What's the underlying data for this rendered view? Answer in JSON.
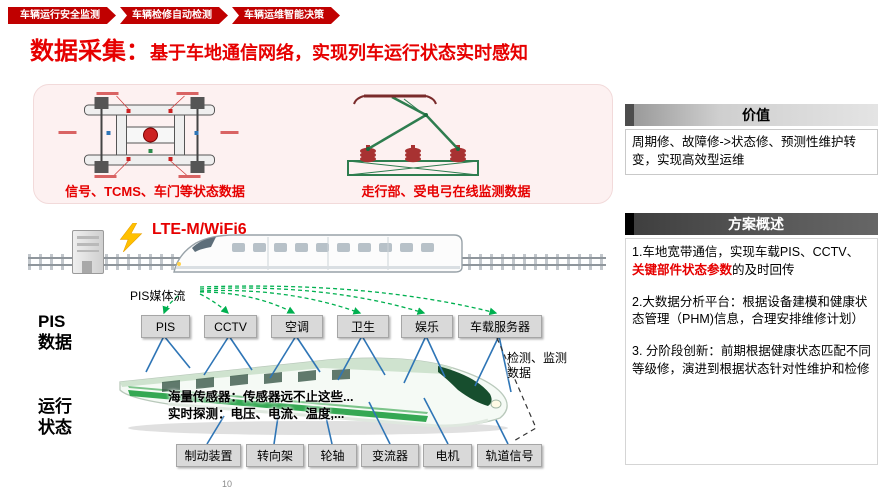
{
  "colors": {
    "crumb-red": "#c00000",
    "title-red": "#e60000",
    "caption-red": "#e60000",
    "box-gray": "#d9d9d9",
    "line-blue": "#2e75b6",
    "dash-green": "#00b050",
    "header-dark": "#3f3f3f"
  },
  "breadcrumb": {
    "items": [
      {
        "label": "车辆运行安全监测"
      },
      {
        "label": "车辆检修自动检测"
      },
      {
        "label": "车辆运维智能决策"
      }
    ]
  },
  "title": {
    "prefix": "数据采集：",
    "text": "基于车地通信网络，实现列车运行状态实时感知"
  },
  "gallery": {
    "left_caption": "信号、TCMS、车门等状态数据",
    "right_caption": "走行部、受电弓在线监测数据"
  },
  "network": {
    "label": "LTE-M/WiFi6"
  },
  "diagram": {
    "pis_stream_label": "PIS媒体流",
    "pis_row_label": "PIS\n数据",
    "status_row_label": "运行\n状态",
    "detect_label": "检测、监测数据",
    "sensor_line1": "海量传感器：传感器远不止这些...",
    "sensor_line2": "实时探测：电压、电流、温度,...",
    "pis_boxes": [
      "PIS",
      "CCTV",
      "空调",
      "卫生",
      "娱乐",
      "车载服务器"
    ],
    "status_boxes": [
      "制动装置",
      "转向架",
      "轮轴",
      "变流器",
      "电机",
      "轨道信号"
    ]
  },
  "sidebar": {
    "value": {
      "header": "价值",
      "body": "周期修、故障修->状态修、预测性维护转变，实现高效型运维"
    },
    "solution": {
      "header": "方案概述",
      "item1_pre": "1.车地宽带通信，实现车载PIS、CCTV、",
      "item1_highlight": "关键部件状态参数",
      "item1_post": "的及时回传",
      "item2": "2.大数据分析平台：根据设备建模和健康状态管理（PHM)信息，合理安排维修计划）",
      "item3": "3. 分阶段创新：前期根据健康状态匹配不同等级修，演进到根据状态针对性维护和检修"
    }
  },
  "footer": {
    "page_number": "10"
  }
}
